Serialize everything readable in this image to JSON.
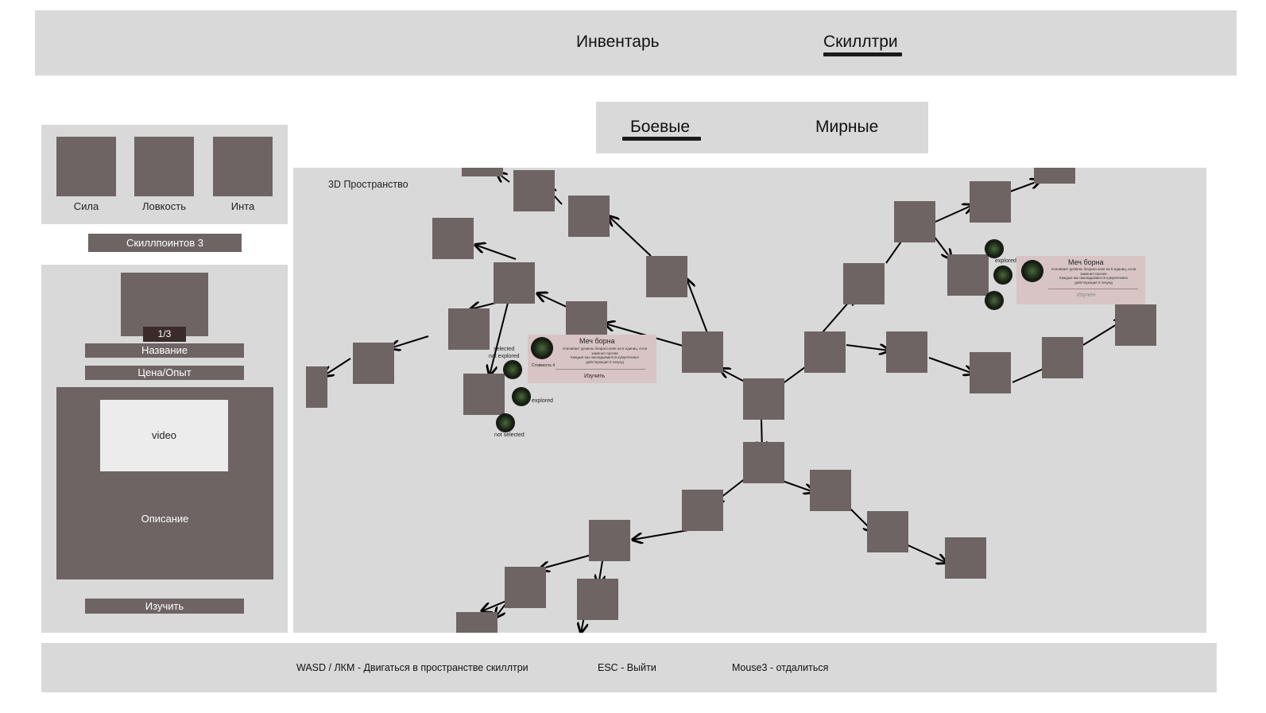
{
  "top_nav": {
    "tabs": [
      {
        "label": "Инвентарь",
        "active": false
      },
      {
        "label": "Скиллтри",
        "active": true
      }
    ]
  },
  "tree_tabs": [
    {
      "label": "Боевые",
      "active": true
    },
    {
      "label": "Мирные",
      "active": false
    }
  ],
  "stats": [
    {
      "label": "Сила",
      "icon": "stat-square"
    },
    {
      "label": "Ловкость",
      "icon": "stat-square"
    },
    {
      "label": "Инта",
      "icon": "stat-square"
    }
  ],
  "skillpoints_label": "Скиллпоинтов 3",
  "skill_detail": {
    "level": "1/3",
    "name": "Название",
    "cost": "Цена/Опыт",
    "video": "video",
    "description": "Описание",
    "learn_button": "Изучить"
  },
  "space": {
    "label": "3D Пространство"
  },
  "tooltip_1": {
    "title": "Меч борна",
    "description": "Усиливает уровень безрассолия на 5 единиц, если\nзаменил прочие\nКаждые мы накладываются кумулятивно\nдействующие 5 секунд",
    "cost": "Стоимость 4",
    "action": "Изучить",
    "state_labels": {
      "selected_not_explored": "selected\nnot explored",
      "explored": "explored",
      "not_selected": "not selected"
    }
  },
  "tooltip_2": {
    "title": "Меч борна",
    "description": "Усиливает уровень безрассолия на 5 единиц, если\nзаменил прочие\nКаждые мы накладываются кумулятивно\nдействующие 5 секунд",
    "action": "Изучен",
    "state_labels": {
      "explored": "explored"
    }
  },
  "footer": {
    "hints": [
      "WASD / ЛКМ - Двигаться в пространстве скиллтри",
      "ESC - Выйти",
      "Mouse3 - отдалиться"
    ]
  },
  "colors": {
    "panel": "#d9d9d9",
    "node": "#6e6464",
    "tooltip": "#d8c4c4",
    "level_badge": "#3a2a2a",
    "underline": "#1a1a1a"
  }
}
